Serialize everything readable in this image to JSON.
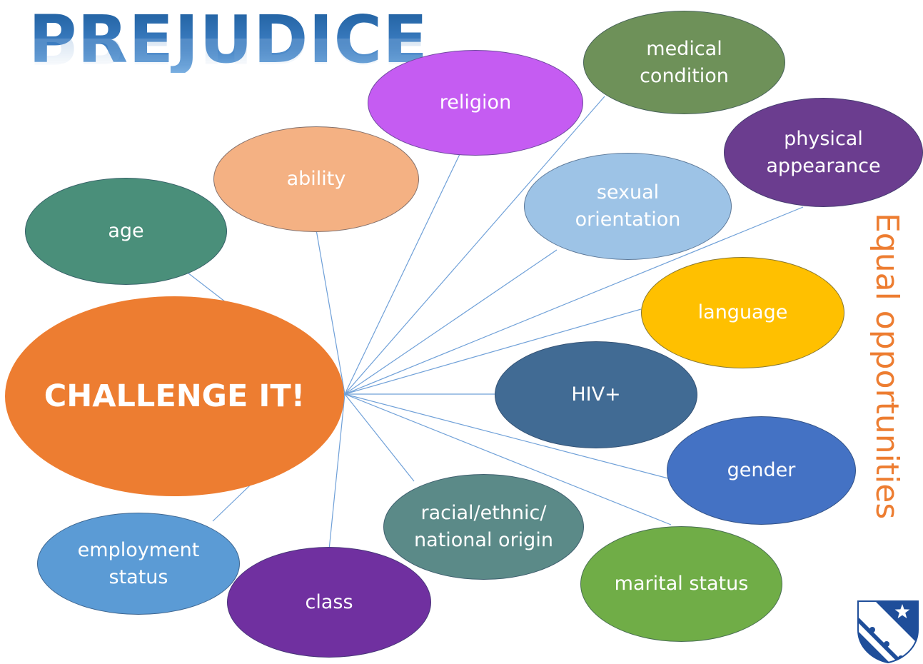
{
  "title": "PREJUDICE",
  "side_label": "Equal opportunities",
  "center": {
    "label": "CHALLENGE IT!",
    "color": "#ed7d31"
  },
  "nodes": [
    {
      "id": "age",
      "label": "age",
      "color": "#4a8f7a"
    },
    {
      "id": "ability",
      "label": "ability",
      "color": "#f4b183"
    },
    {
      "id": "religion",
      "label": "religion",
      "color": "#c55cf2"
    },
    {
      "id": "medical",
      "label": "medical\ncondition",
      "color": "#6e9159"
    },
    {
      "id": "physical",
      "label": "physical\nappearance",
      "color": "#6b3d8f"
    },
    {
      "id": "sexual",
      "label": "sexual\norientation",
      "color": "#9dc3e6"
    },
    {
      "id": "language",
      "label": "language",
      "color": "#ffc000"
    },
    {
      "id": "hiv",
      "label": "HIV+",
      "color": "#416b94"
    },
    {
      "id": "gender",
      "label": "gender",
      "color": "#4472c4"
    },
    {
      "id": "marital",
      "label": "marital status",
      "color": "#70ad47"
    },
    {
      "id": "racial",
      "label": "racial/ethnic/\nnational origin",
      "color": "#5b8a88"
    },
    {
      "id": "class",
      "label": "class",
      "color": "#7030a0"
    },
    {
      "id": "employment",
      "label": "employment\nstatus",
      "color": "#5b9bd5"
    }
  ],
  "connector_color": "#6fa0d8"
}
